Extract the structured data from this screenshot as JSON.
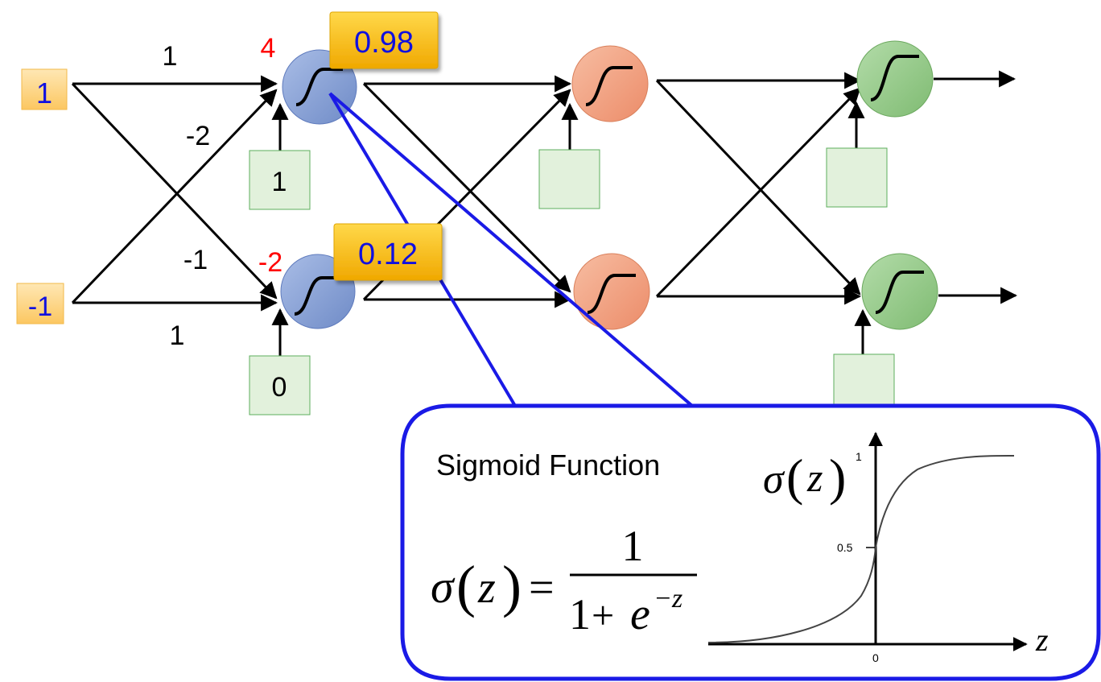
{
  "inputs": [
    {
      "value": "1"
    },
    {
      "value": "-1"
    }
  ],
  "weights": {
    "w11": "1",
    "w21": "-2",
    "w12": "-1",
    "w22": "1"
  },
  "biases": {
    "n1": "1",
    "n2": "0"
  },
  "weighted_sums": {
    "n1": "4",
    "n2": "-2"
  },
  "activations": {
    "n1": "0.98",
    "n2": "0.12"
  },
  "callout": {
    "title": "Sigmoid Function",
    "formula_lhs_sigma": "σ",
    "formula_lhs_arg": "z",
    "formula_eq": "=",
    "formula_numerator": "1",
    "formula_den_one": "1",
    "formula_den_plus": "+",
    "formula_den_e": "e",
    "formula_den_exp": "−z",
    "plot_sigma": "σ",
    "plot_arg": "z",
    "plot_xlabel": "z",
    "tick_y_top": "1",
    "tick_y_mid": "0.5",
    "tick_x_zero": "0"
  },
  "colors": {
    "input_box": "#fdd78a",
    "bias_box": "#e2f1dc",
    "bias_border": "#5cae5c",
    "layer1_neuron": "#8ea7d8",
    "layer2_neuron": "#f0a585",
    "layer3_neuron": "#94c98a",
    "activation_box": "#f5b800",
    "value_blue": "#1010e0",
    "weighted_sum_red": "#ff0000",
    "callout_border": "#1a1ae6"
  }
}
